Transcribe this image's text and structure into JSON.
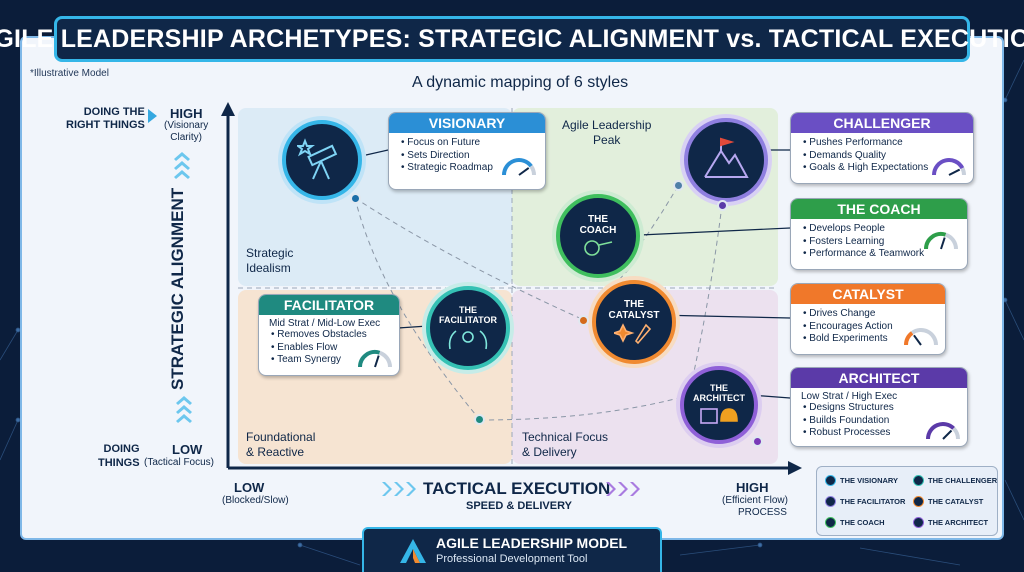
{
  "title": "AGILE LEADERSHIP ARCHETYPES: STRATEGIC ALIGNMENT vs. TACTICAL EXECUTION",
  "note": "*Illustrative Model",
  "subtitle": "A dynamic mapping of 6 styles",
  "y_axis": {
    "label": "STRATEGIC ALIGNMENT",
    "top_left": "DOING THE\nRIGHT THINGS",
    "high": "HIGH",
    "high_sub": "(Visionary\nClarity)",
    "bottom_left": "DOING\nTHINGS",
    "low": "LOW",
    "low_sub": "(Tactical Focus)"
  },
  "x_axis": {
    "label": "TACTICAL EXECUTION",
    "sub": "SPEED & DELIVERY",
    "low": "LOW",
    "low_sub": "(Blocked/Slow)",
    "high": "HIGH",
    "high_sub": "(Efficient Flow)",
    "high_sub2": "PROCESS"
  },
  "quadrants": {
    "top_left": "Strategic\nIdealism",
    "top_right": "Agile Leadership\nPeak",
    "bottom_left": "Foundational\n& Reactive",
    "bottom_right": "Technical Focus\n& Delivery"
  },
  "circles": {
    "coach": "THE\nCOACH",
    "catalyst": "THE\nCATALYST",
    "facilitator": "THE\nFACILITATOR",
    "architect": "THE\nARCHITECT"
  },
  "boxes": {
    "visionary": {
      "title": "VISIONARY",
      "color": "#2b8fd6",
      "items": [
        "Focus on Future",
        "Sets Direction",
        "Strategic Roadmap"
      ],
      "gauge": 0.8
    },
    "challenger": {
      "title": "CHALLENGER",
      "color": "#6a4fc4",
      "items": [
        "Pushes Performance",
        "Demands Quality",
        "Goals & High Expectations"
      ],
      "gauge": 0.85
    },
    "coach": {
      "title": "THE COACH",
      "color": "#2e9e4a",
      "items": [
        "Develops People",
        "Fosters Learning",
        "Performance & Teamwork"
      ],
      "gauge": 0.6
    },
    "catalyst": {
      "title": "CATALYST",
      "color": "#f0782a",
      "items": [
        "Drives Change",
        "Encourages Action",
        "Bold Experiments"
      ],
      "gauge": 0.3
    },
    "facilitator": {
      "title": "FACILITATOR",
      "color": "#1f8a80",
      "sub": "Mid Strat / Mid-Low Exec",
      "items": [
        "Removes Obstacles",
        "Enables Flow",
        "Team Synergy"
      ],
      "gauge": 0.6
    },
    "architect": {
      "title": "ARCHITECT",
      "color": "#5b3aa8",
      "sub": "Low Strat / High Exec",
      "items": [
        "Designs Structures",
        "Builds Foundation",
        "Robust Processes"
      ],
      "gauge": 0.75
    }
  },
  "legend": [
    "THE VISIONARY",
    "THE CHALLENGER",
    "THE FACILITATOR",
    "THE CATALYST",
    "THE COACH",
    "THE ARCHITECT"
  ],
  "footer": {
    "title": "AGILE LEADERSHIP MODEL",
    "sub": "Professional Development Tool"
  }
}
